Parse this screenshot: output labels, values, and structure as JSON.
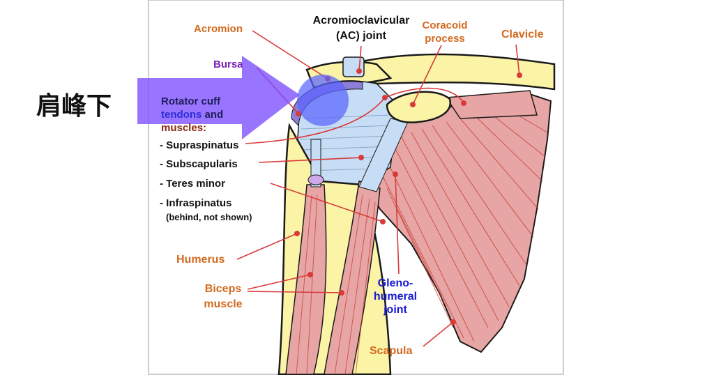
{
  "annotation": {
    "text": "肩峰下"
  },
  "labels": {
    "acromion": "Acromion",
    "ac_joint_line1": "Acromioclavicular",
    "ac_joint_line2": "(AC) joint",
    "coracoid_line1": "Coracoid",
    "coracoid_line2": "process",
    "clavicle": "Clavicle",
    "bursa": "Bursa",
    "rotator_line1": "Rotator cuff",
    "rotator_line2a": "tendons",
    "rotator_line2b": " and",
    "rotator_line3": "muscles:",
    "supraspinatus": "- Supraspinatus",
    "subscapularis": "- Subscapularis",
    "teres_minor": "- Teres minor",
    "infraspinatus": "- Infraspinatus",
    "infraspinatus_note": "(behind, not shown)",
    "humerus": "Humerus",
    "biceps_line1": "Biceps",
    "biceps_line2": "muscle",
    "gleno_line1": "Gleno-",
    "gleno_line2": "humeral",
    "gleno_line3": "joint",
    "scapula": "Scapula"
  },
  "colors": {
    "bone": "#fbf3a6",
    "bone_outline": "#1a1a1a",
    "muscle": "#e8a5a5",
    "muscle_line": "#c0392b",
    "tendon": "#c7ddf5",
    "bursa": "#8f7ed6",
    "leader": "#d93a3a",
    "arrow": "#7c4dff",
    "highlight": "#5a64ff"
  }
}
